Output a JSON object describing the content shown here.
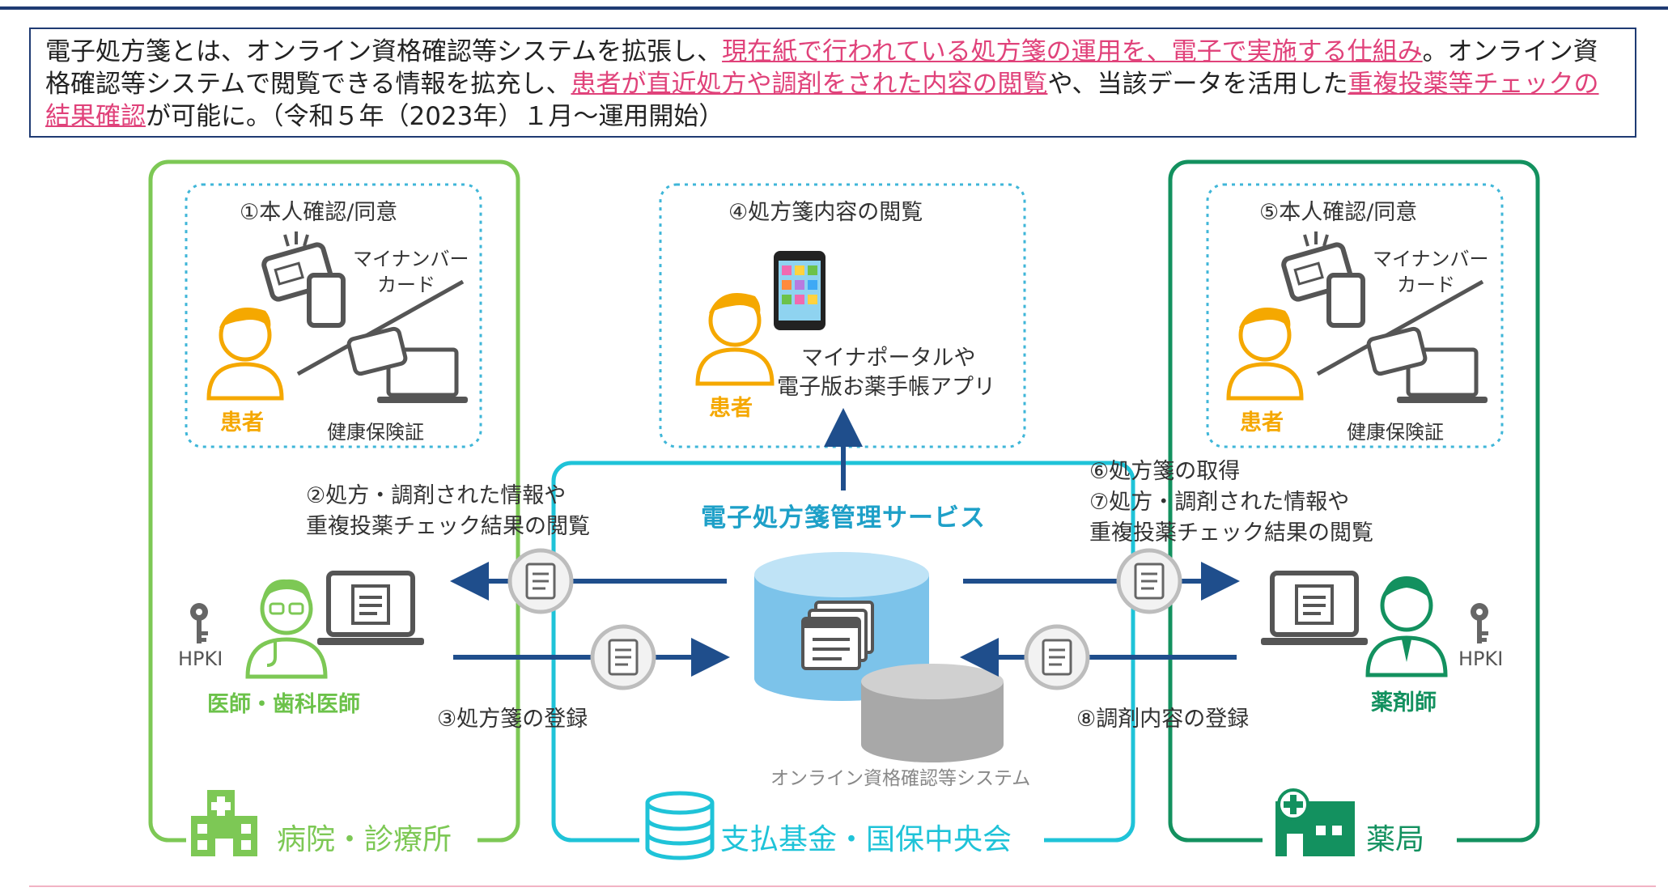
{
  "intro": {
    "p1": "電子処方箋とは、オンライン資格確認等システムを拡張し、",
    "h1": "現在紙で行われている処方箋の運用を、電子で実施する仕組み",
    "p2": "。オンライン資格確認等システムで閲覧できる情報を拡充し、",
    "h2": "患者が直近処方や調剤をされた内容の閲覧",
    "p3": "や、当該データを活用した",
    "h3": "重複投薬等チェックの結果確認",
    "p4": "が可能に。（令和５年（2023年）１月～運用開始）"
  },
  "hospital": {
    "step1": "①本人確認/同意",
    "card_line1": "マイナンバー",
    "card_line2": "カード",
    "insurance": "健康保険証",
    "patient": "患者",
    "step2_line1": "②処方・調剤された情報や",
    "step2_line2": "重複投薬チェック結果の閲覧",
    "hpki": "HPKI",
    "doctor": "医師・歯科医師",
    "step3": "③処方箋の登録",
    "label": "病院・診療所"
  },
  "center": {
    "step4": "④処方箋内容の閲覧",
    "app_line1": "マイナポータルや",
    "app_line2": "電子版お薬手帳アプリ",
    "patient": "患者",
    "service": "電子処方箋管理サービス",
    "online_system": "オンライン資格確認等システム",
    "label": "支払基金・国保中央会"
  },
  "pharmacy": {
    "step5": "⑤本人確認/同意",
    "card_line1": "マイナンバー",
    "card_line2": "カード",
    "insurance": "健康保険証",
    "patient": "患者",
    "step6": "⑥処方箋の取得",
    "step7_line1": "⑦処方・調剤された情報や",
    "step7_line2": "重複投薬チェック結果の閲覧",
    "hpki": "HPKI",
    "pharmacist": "薬剤師",
    "step8": "⑧調剤内容の登録",
    "label": "薬局"
  },
  "colors": {
    "hospital_green": "#7dc855",
    "pharmacy_green": "#13915f",
    "fund_cyan": "#1fc3d8",
    "arrow_navy": "#1f4e8c",
    "patient_orange": "#f5a800",
    "header_navy": "#1f3b73",
    "highlight_pink": "#e0427a"
  }
}
